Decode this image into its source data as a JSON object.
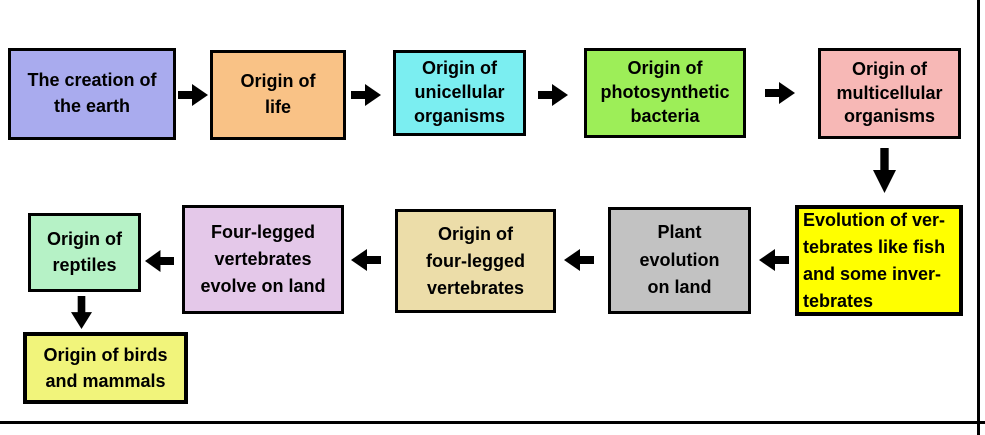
{
  "canvas": {
    "background": "#ffffff",
    "frame_border_color": "#000000"
  },
  "diagram": {
    "arrow_color": "#000000",
    "box_border_color": "#000000",
    "boxes": [
      {
        "id": "creation-earth",
        "label": "The creation of\nthe earth",
        "fill": "#a9abee"
      },
      {
        "id": "origin-life",
        "label": "Origin of\nlife",
        "fill": "#f9c286"
      },
      {
        "id": "unicellular-organisms",
        "label": "Origin of\nunicellular\norganisms",
        "fill": "#7beef1"
      },
      {
        "id": "photosynthetic-bacteria",
        "label": "Origin of\nphotosynthetic\nbacteria",
        "fill": "#9dee58"
      },
      {
        "id": "multicellular-organisms",
        "label": "Origin of\nmulticellular\norganisms",
        "fill": "#f7b8b6"
      },
      {
        "id": "vertebrates-and-invertebrates",
        "label": "Evolution of ver-\ntebrates like fish\nand some inver-\ntebrates",
        "fill": "#ffff00"
      },
      {
        "id": "plant-evolution-on-land",
        "label": "Plant\nevolution\non land",
        "fill": "#c2c2c2"
      },
      {
        "id": "origin-four-legged-vertebrates",
        "label": "Origin of\nfour-legged\nvertebrates",
        "fill": "#ecdda9"
      },
      {
        "id": "four-legged-evolve-on-land",
        "label": "Four-legged\nvertebrates\nevolve on land",
        "fill": "#e4c8e9"
      },
      {
        "id": "origin-reptiles",
        "label": "Origin of\nreptiles",
        "fill": "#b6f2c6"
      },
      {
        "id": "origin-birds-mammals",
        "label": "Origin of birds\nand mammals",
        "fill": "#f1f47b"
      }
    ]
  }
}
